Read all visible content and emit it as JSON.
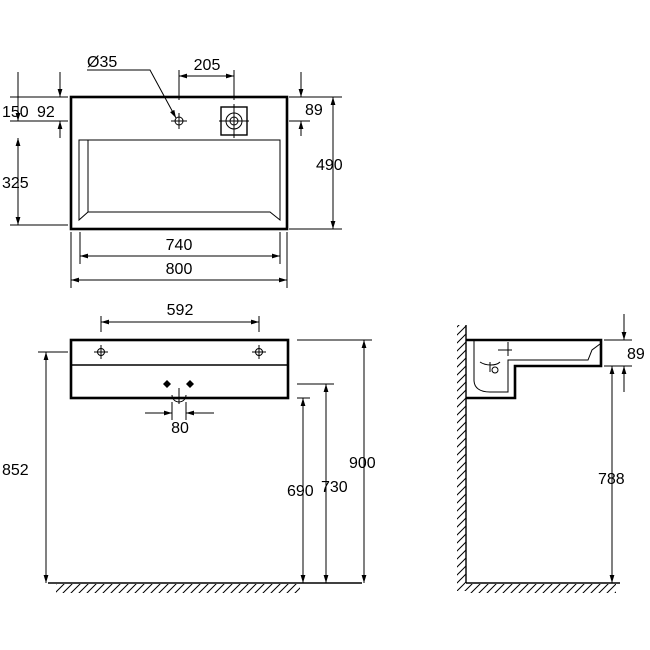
{
  "top_view": {
    "tap_hole": "Ø35",
    "hole_offset": "205",
    "d150": "150",
    "d92": "92",
    "d89": "89",
    "d325": "325",
    "d490": "490",
    "d740": "740",
    "d800": "800"
  },
  "front_view": {
    "d592": "592",
    "d80": "80",
    "d852": "852",
    "d690": "690",
    "d730": "730",
    "d900": "900"
  },
  "side_view": {
    "d89": "89",
    "d788": "788"
  }
}
